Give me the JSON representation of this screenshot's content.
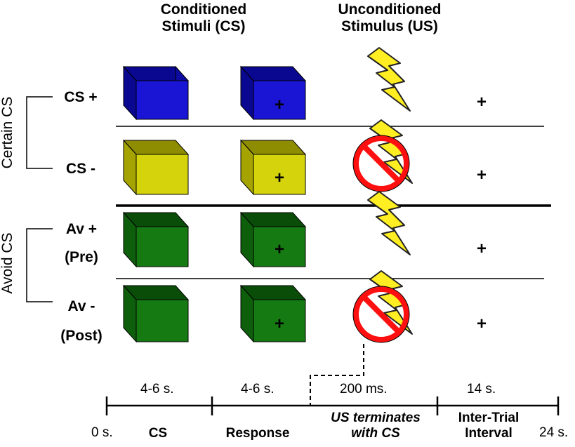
{
  "headers": {
    "cs_line1": "Conditioned",
    "cs_line2": "Stimuli (CS)",
    "us_line1": "Unconditioned",
    "us_line2": "Stimulus (US)"
  },
  "groups": {
    "certain": "Certain CS",
    "avoid": "Avoid CS"
  },
  "rows": {
    "cs_plus": "CS +",
    "cs_minus": "CS -",
    "av_plus": "Av +",
    "av_plus_sub": "(Pre)",
    "av_minus": "Av -",
    "av_minus_sub": "(Post)"
  },
  "fixation": "+",
  "colors": {
    "blue_front": "#1a14d4",
    "blue_top": "#0a0890",
    "yellow_front": "#d4d30c",
    "yellow_top": "#8e8c00",
    "green_front": "#167a12",
    "green_top": "#0a4d08",
    "bolt": "#ffee22",
    "no_sign": "#ff1010"
  },
  "timeline": {
    "durations": {
      "cs": "4-6  s.",
      "response": "4-6  s.",
      "us": "200  ms.",
      "iti": "14  s."
    },
    "start": "0 s.",
    "end": "24 s.",
    "labels": {
      "cs": "CS",
      "response": "Response",
      "us_line1": "US terminates",
      "us_line2": "with CS",
      "iti_line1": "Inter-Trial",
      "iti_line2": "Interval"
    }
  }
}
